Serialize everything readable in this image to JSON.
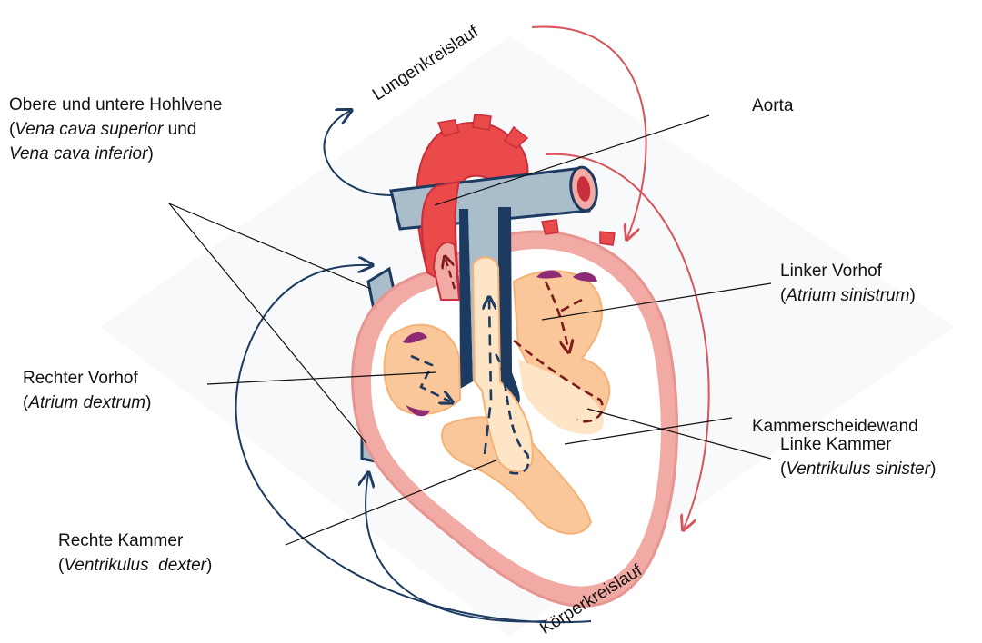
{
  "colors": {
    "artery_red": "#ea4a4a",
    "dark_red": "#c92e3a",
    "vein_blue": "#1d3a60",
    "vein_light": "#a9bdca",
    "pink_wall": "#f2aaa5",
    "light_pink": "#fbe3df",
    "chamber_fill": "#f9c79a",
    "chamber_light": "#fde5c6",
    "purple_node": "#8e2a76",
    "flow_dark": "#7c1c1c",
    "bg_shade": "#f3f4f6"
  },
  "labels": {
    "hohlvene": {
      "line1": "Obere und untere Hohlvene",
      "line2_open": "(",
      "line2_italic": "Vena cava superior",
      "line2_rest": " und",
      "line3_italic": "Vena cava inferior",
      "line3_close": ")"
    },
    "aorta": "Aorta",
    "linker_vorhof": {
      "line1": "Linker Vorhof",
      "open": "(",
      "italic": "Atrium sinistrum",
      "close": ")"
    },
    "rechter_vorhof": {
      "line1": "Rechter Vorhof",
      "open": "(",
      "italic": "Atrium dextrum",
      "close": ")"
    },
    "linke_kammer": {
      "line1": "Linke Kammer",
      "open": "(",
      "italic": "Ventrikulus sinister",
      "close": ")"
    },
    "rechte_kammer": {
      "line1": "Rechte Kammer",
      "open": "(",
      "italic": "Ventrikulus  dexter",
      "close": ")"
    },
    "kammerscheidewand": "Kammerscheidewand",
    "lungenkreislauf": "Lungenkreislauf",
    "koerperkreislauf": "Körperkreislauf"
  }
}
